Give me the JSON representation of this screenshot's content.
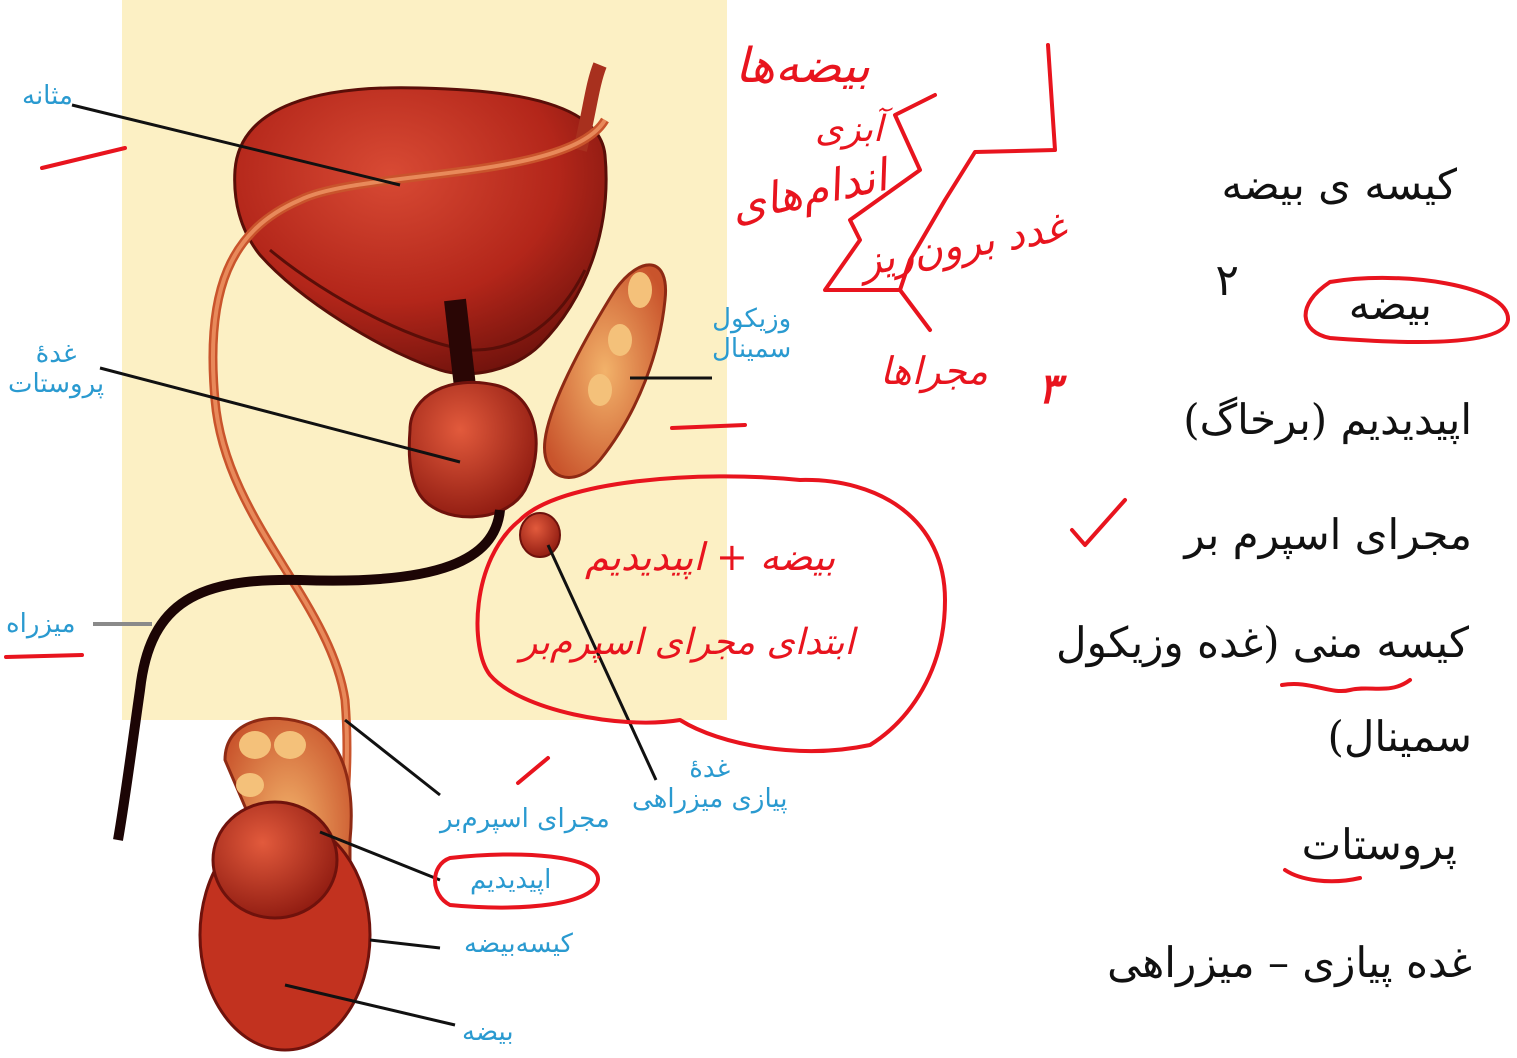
{
  "figure_labels": {
    "bladder": "مثانه",
    "prostate_gland": "غدهٔ\nپروستات",
    "seminal_vesicle": "وزیکول\nسمینال",
    "urethra": "میزراه",
    "bulbourethral_gland": "غدهٔ\nپیازی میزراهی",
    "vas_deferens": "مجرای اسپرم‌بر",
    "epididymis": "اپیدیدیم",
    "scrotum": "کیسه‌بیضه",
    "testis": "بیضه"
  },
  "handwriting": {
    "testes_plural": "بیضه‌ها",
    "organs_upper": "آبزی",
    "organs_lower": "اندام‌های",
    "external_glands": "غدد برون‌ریز",
    "ducts": "مجراها",
    "ducts_count": "۳",
    "cloud_line1": "بیضه + اپیدیدیم",
    "cloud_line2": "ابتدای مجرای اسپرم‌بر"
  },
  "terms": {
    "scrotum": "کیسه ی بیضه",
    "number_two": "۲",
    "testis": "بیضه",
    "epididymis": "اپیدیدیم (برخاگ)",
    "vas_deferens": "مجرای اسپرم بر",
    "seminal_vesicle_1": "کیسه منی (غده وزیکول",
    "seminal_vesicle_2": "سمینال)",
    "prostate": "پروستات",
    "bulbourethral": "غده پیازی – میزراهی"
  },
  "colors": {
    "ink_red": "#e8141e",
    "label_blue": "#2a9ad0",
    "organ_red": "#b3261a",
    "background_cream": "#fcf0c4"
  }
}
